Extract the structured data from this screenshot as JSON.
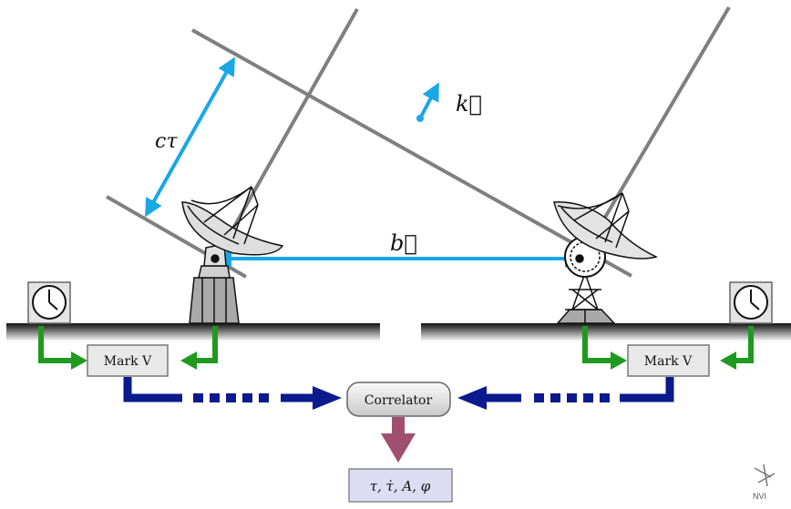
{
  "labels": {
    "baseline_vector": "b⃗",
    "wave_vector": "k⃗",
    "path_delay": "cτ",
    "recorder_left": "Mark V",
    "recorder_right": "Mark V",
    "correlator": "Correlator",
    "output": "τ, τ̇, A, φ",
    "logo_text": "NVI"
  },
  "colors": {
    "baseline": "#1aa7e6",
    "wavefront": "#7f7f7f",
    "clock_sync": "#1f9a1f",
    "data_flow": "#0b1a8c",
    "output_flow": "#a0506e",
    "output_box_fill": "#dcdcf3",
    "recorder_fill": "#e8e8e8"
  }
}
